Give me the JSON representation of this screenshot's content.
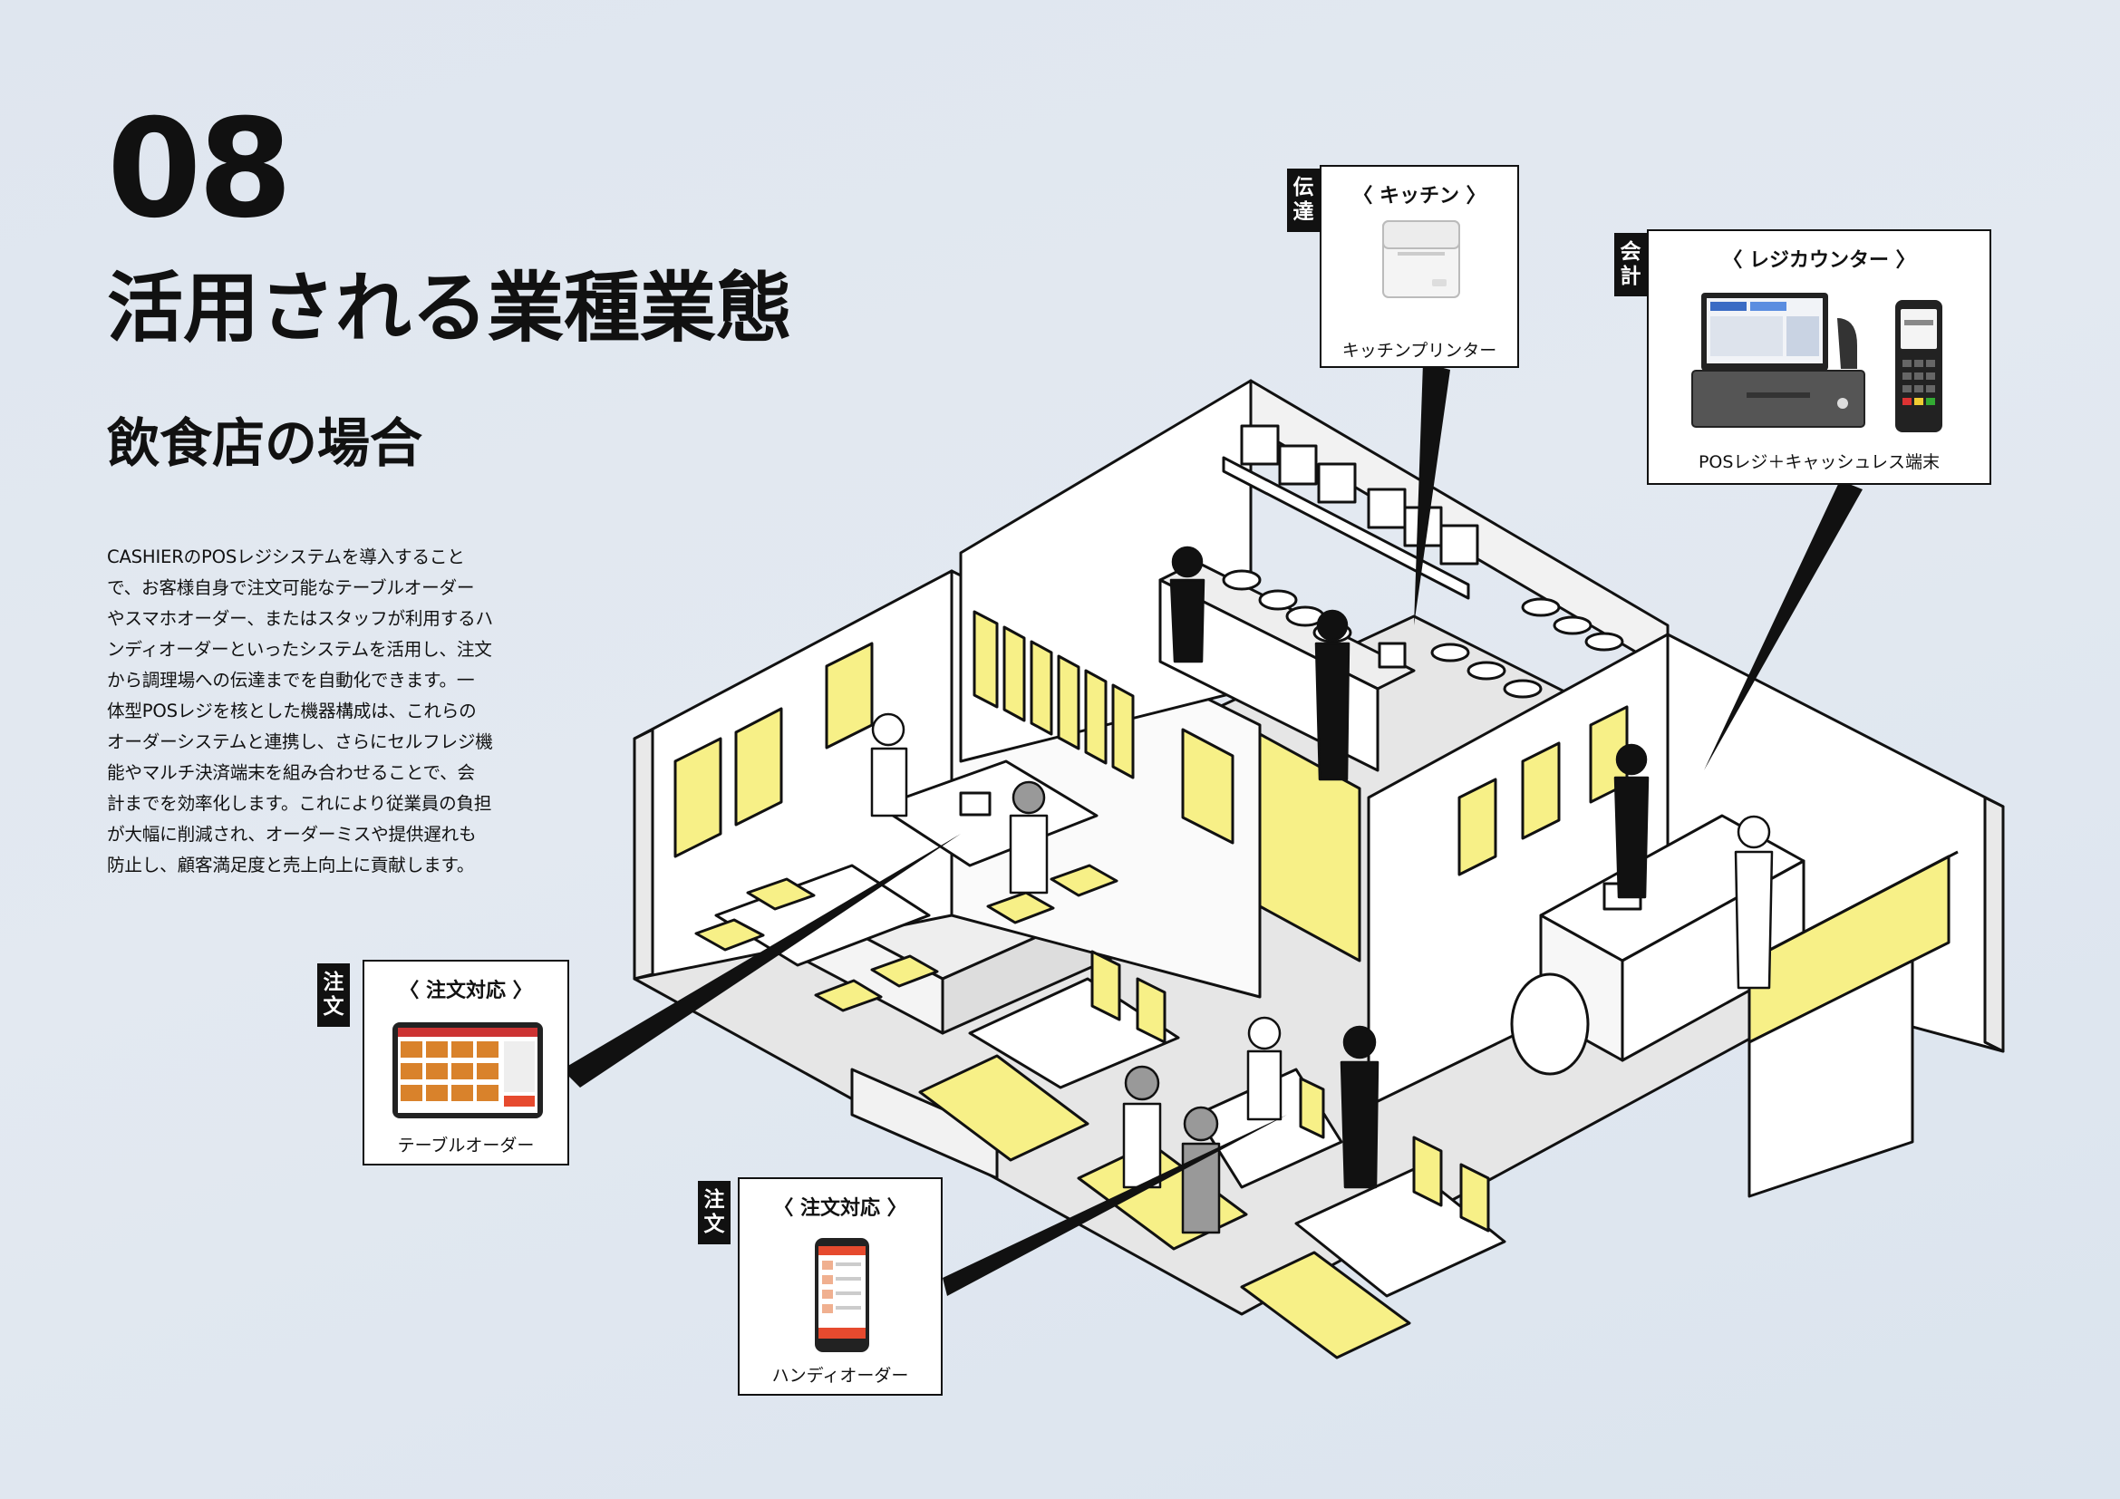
{
  "heading": {
    "number": "08",
    "title": "活用される業種業態",
    "subtitle": "飲食店の場合"
  },
  "description": [
    "CASHIERのPOSレジシステムを導入することで、お客様自身で注文可能なテーブルオーダーやスマホオーダー、またはスタッフが利用するハンディオーダーといったシステムを活用し、注文から調理場への伝達までを自動化できます。一体型POSレジを核とした機器構成は、これらのオーダーシステムと連携し、さらにセルフレジ機能やマルチ決済端末を組み合わせることで、会計までを効率化します。これにより従業員の負担が大幅に削減され、オーダーミスや提供遅れも防止し、顧客満足度と売上向上に貢献します。"
  ],
  "description_lines": [
    "CASHIERのPOSレジシステムを導入すること",
    "で、お客様自身で注文可能なテーブルオーダー",
    "やスマホオーダー、またはスタッフが利用するハ",
    "ンディオーダーといったシステムを活用し、注文",
    "から調理場への伝達までを自動化できます。一",
    "体型POSレジを核とした機器構成は、これらの",
    "オーダーシステムと連携し、さらにセルフレジ機",
    "能やマルチ決済端末を組み合わせることで、会",
    "計までを効率化します。これにより従業員の負担",
    "が大幅に削減され、オーダーミスや提供遅れも",
    "防止し、顧客満足度と売上向上に貢献します。"
  ],
  "callouts": {
    "kitchen": {
      "tag": "伝達",
      "heading": "〈 キッチン 〉",
      "caption": "キッチンプリンター"
    },
    "register": {
      "tag": "会計",
      "heading": "〈 レジカウンター 〉",
      "caption": "POSレジ＋キャッシュレス端末"
    },
    "table_order": {
      "tag": "注文",
      "heading": "〈 注文対応 〉",
      "caption": "テーブルオーダー"
    },
    "handy_order": {
      "tag": "注文",
      "heading": "〈 注文対応 〉",
      "caption": "ハンディオーダー"
    }
  },
  "colors": {
    "accent": "#f7f087",
    "ink": "#111111",
    "floor": "#e6e6e6",
    "wall": "#ffffff"
  }
}
